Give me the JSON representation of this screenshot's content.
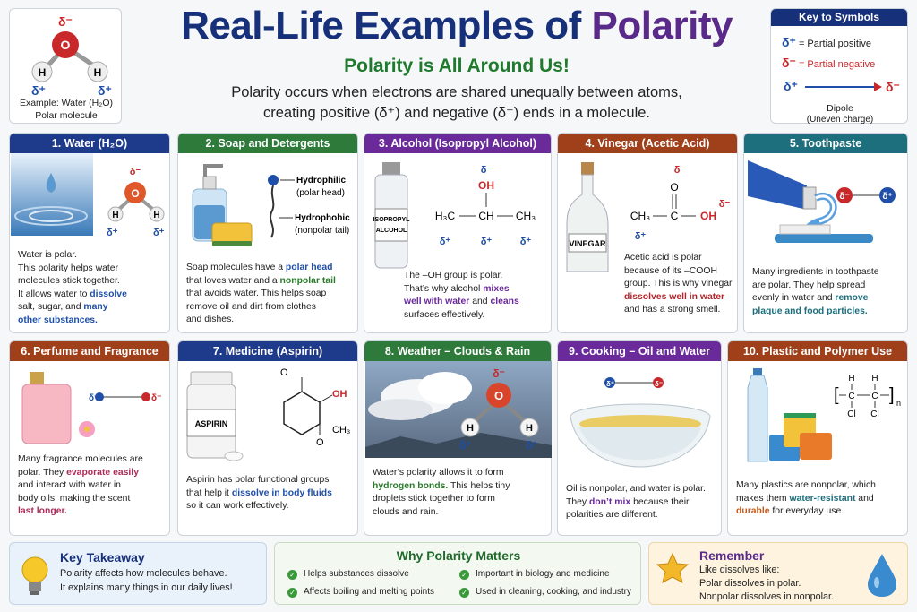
{
  "header": {
    "title_main": "Real-Life Examples of ",
    "title_accent": "Polarity",
    "subtitle": "Polarity is All Around Us!",
    "intro_line1": "Polarity occurs when electrons are shared unequally between atoms,",
    "intro_line2": "creating positive (δ⁺) and negative (δ⁻) ends in a molecule."
  },
  "example_box": {
    "delta_neg": "δ⁻",
    "delta_pos": "δ⁺",
    "atom_o": "O",
    "atom_h": "H",
    "caption1": "Example: Water (H₂O)",
    "caption2": "Polar molecule"
  },
  "key": {
    "title": "Key to Symbols",
    "pos_symbol": "δ⁺",
    "pos_label": "= Partial positive",
    "neg_symbol": "δ⁻",
    "neg_label": "= Partial negative",
    "dipole_label": "Dipole",
    "dipole_sub": "(Uneven charge)"
  },
  "cards": [
    {
      "title": "1. Water (H₂O)",
      "color": "#1e3a8a",
      "text": [
        "Water is polar.",
        "This polarity helps water",
        "molecules stick together.",
        "It allows water to |dissolve|",
        "salt, sugar, and |many",
        "other substances.|"
      ]
    },
    {
      "title": "2. Soap and Detergents",
      "color": "#2d7a3a",
      "label_hydrophilic": "Hydrophilic",
      "label_hydrophilic2": "(polar head)",
      "label_hydrophobic": "Hydrophobic",
      "label_hydrophobic2": "(nonpolar tail)",
      "text": [
        "Soap molecules have a |polar head|",
        "that loves water and a |nonpolar tail|",
        "that avoids water. This helps soap",
        "remove oil and dirt from clothes",
        "and dishes."
      ]
    },
    {
      "title": "3. Alcohol (Isopropyl Alcohol)",
      "color": "#6a2a9a",
      "bottle_label1": "ISOPROPYL",
      "bottle_label2": "ALCOHOL",
      "formula": {
        "oh": "OH",
        "left": "H₃C",
        "mid": "CH",
        "right": "CH₃",
        "dneg": "δ⁻",
        "dpos": "δ⁺"
      },
      "text": [
        "The –OH group is polar.",
        "That’s why alcohol |mixes",
        "well with water| and |cleans|",
        "surfaces effectively."
      ]
    },
    {
      "title": "4. Vinegar (Acetic Acid)",
      "color": "#a0401a",
      "bottle_label": "VINEGAR",
      "formula": {
        "o": "O",
        "left": "CH₃",
        "c": "C",
        "oh": "OH",
        "dneg": "δ⁻",
        "dpos": "δ⁺"
      },
      "text": [
        "Acetic acid is polar",
        "because of its –COOH",
        "group. This is why vinegar",
        "|dissolves well in water|",
        "and has a strong smell."
      ]
    },
    {
      "title": "5. Toothpaste",
      "color": "#1d6f7e",
      "dneg": "δ⁻",
      "dpos": "δ⁺",
      "text": [
        "Many ingredients in toothpaste",
        "are polar. They help spread",
        "evenly in water and |remove",
        "plaque and food particles.|"
      ]
    },
    {
      "title": "6. Perfume and Fragrance",
      "color": "#a0401a",
      "dpos": "δ⁺",
      "dneg": "δ⁻",
      "text": [
        "Many fragrance molecules are",
        "polar. They |evaporate easily|",
        "and interact with water in",
        "body oils, making the scent",
        "|last longer.|"
      ]
    },
    {
      "title": "7. Medicine (Aspirin)",
      "color": "#1e3a8a",
      "bottle_label": "ASPIRIN",
      "formula": {
        "o": "O",
        "oh": "OH",
        "ch3": "CH₃"
      },
      "text": [
        "Aspirin has polar functional groups",
        "that help it |dissolve in body fluids|",
        "so it can work effectively."
      ]
    },
    {
      "title": "8. Weather – Clouds & Rain",
      "color": "#2d7a3a",
      "atom_o": "O",
      "atom_h": "H",
      "dneg": "δ⁻",
      "dpos": "δ⁺",
      "text": [
        "Water’s polarity allows it to form",
        "|hydrogen bonds.| This helps tiny",
        "droplets stick together to form",
        "clouds and rain."
      ]
    },
    {
      "title": "9. Cooking – Oil and Water",
      "color": "#6a2a9a",
      "dpos": "δ⁺",
      "dneg": "δ⁻",
      "text": [
        "Oil is nonpolar, and water is polar.",
        "They |don’t mix| because their",
        "polarities are different."
      ]
    },
    {
      "title": "10. Plastic and Polymer Use",
      "color": "#a0401a",
      "formula": {
        "h": "H",
        "c": "C",
        "cl": "Cl",
        "n": "n"
      },
      "text": [
        "Many plastics are nonpolar, which",
        "makes them |water-resistant| and",
        "|durable| for everyday use."
      ]
    }
  ],
  "bottom": {
    "takeaway_title": "Key Takeaway",
    "takeaway1": "Polarity affects how molecules behave.",
    "takeaway2": "It explains many things in our daily lives!",
    "why_title": "Why Polarity Matters",
    "why_items": [
      "Helps substances dissolve",
      "Affects boiling and melting points",
      "Important in biology and medicine",
      "Used in cleaning, cooking, and industry"
    ],
    "remember_title": "Remember",
    "remember1": "Like dissolves like:",
    "remember2": "Polar dissolves in polar.",
    "remember3": "Nonpolar dissolves in nonpolar."
  },
  "colors": {
    "navy": "#17307a",
    "green": "#1f7a2e",
    "purple": "#5a2a8a",
    "red": "#c8282a",
    "blue": "#1f4fa8"
  }
}
